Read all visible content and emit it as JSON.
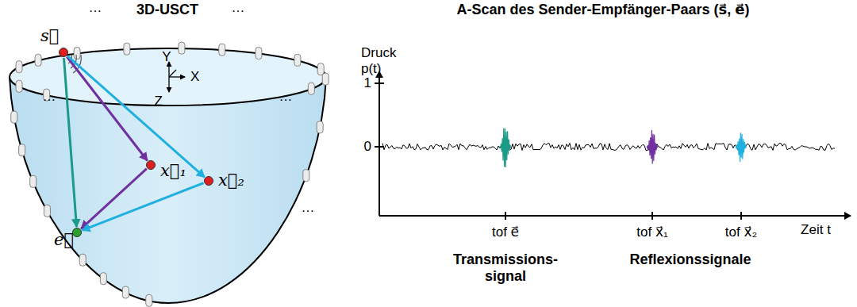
{
  "diagram": {
    "nodes": [
      {
        "text": [
          "s⃗"
        ]
      },
      {
        "text": [
          "x⃗₁"
        ]
      },
      {
        "text": [
          "x⃗₂"
        ]
      },
      {
        "text": [
          "e⃗"
        ]
      }
    ],
    "edges": [
      {
        "from": 0,
        "to": 3,
        "arrow": "to"
      },
      {
        "from": 0,
        "to": 1,
        "arrow": "to"
      },
      {
        "from": 1,
        "to": 3,
        "arrow": "to"
      },
      {
        "from": 0,
        "to": 2,
        "arrow": "to"
      },
      {
        "from": 2,
        "to": 3,
        "arrow": "to"
      }
    ],
    "labels": [
      "3D-USCT",
      "A-Scan des Sender-Empfänger-Paars (s⃗, e⃗)",
      "Y",
      "X",
      "Z",
      "…",
      "…",
      "…",
      "…",
      "…",
      "Druck",
      "p(t)",
      "1",
      "0",
      "tof e⃗",
      "tof x⃗₁",
      "tof x⃗₂",
      "Zeit t",
      "Transmissions- signal",
      "Reflexionssignale"
    ]
  }
}
